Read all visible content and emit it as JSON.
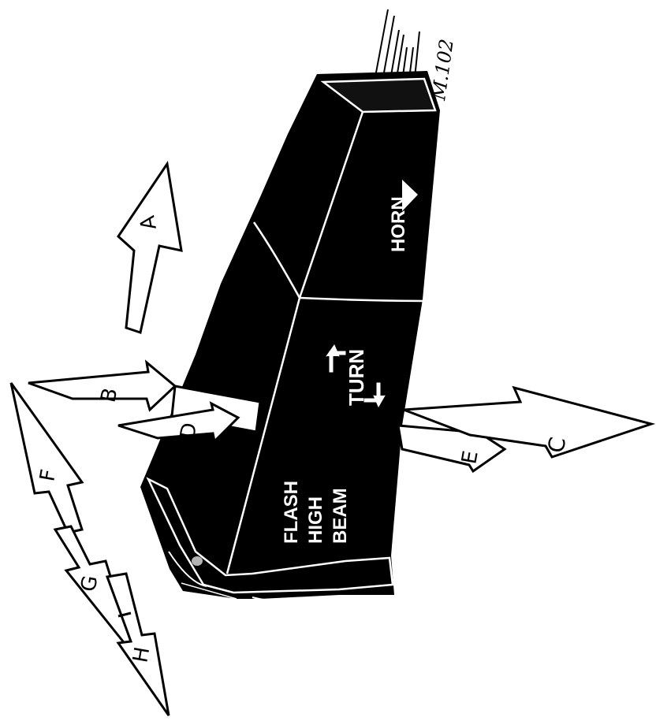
{
  "figure_ref": "M.102",
  "stalk": {
    "horn_label": "HORN",
    "turn_label": "TURN",
    "flash_label": [
      "FLASH",
      "HIGH",
      "BEAM"
    ]
  },
  "arrows": {
    "a": "A",
    "b": "B",
    "c": "C",
    "d": "D",
    "e": "E",
    "f": "F",
    "g": "G",
    "h": "H"
  },
  "colors": {
    "ink": "#000000",
    "paper": "#ffffff"
  },
  "icons": [
    "triangle-up-icon",
    "turn-signal-arrows-icon"
  ]
}
